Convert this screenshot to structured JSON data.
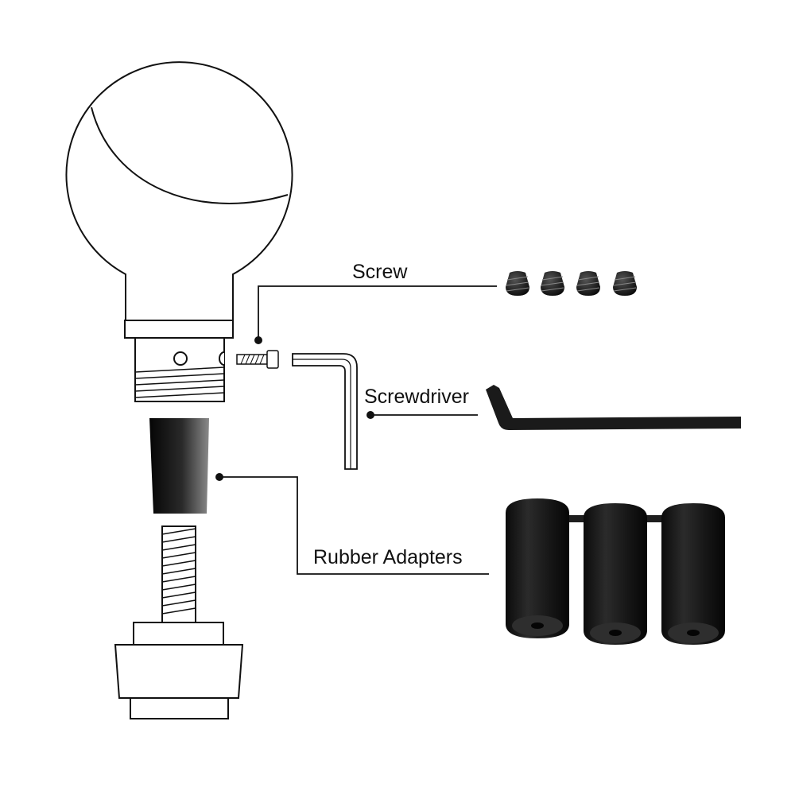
{
  "labels": {
    "screw": "Screw",
    "screwdriver": "Screwdriver",
    "rubber_adapters": "Rubber Adapters"
  },
  "colors": {
    "line": "#111111",
    "part_dark": "#141414",
    "background": "#ffffff"
  },
  "parts": {
    "screws_count": 4,
    "adapters_count": 3
  }
}
